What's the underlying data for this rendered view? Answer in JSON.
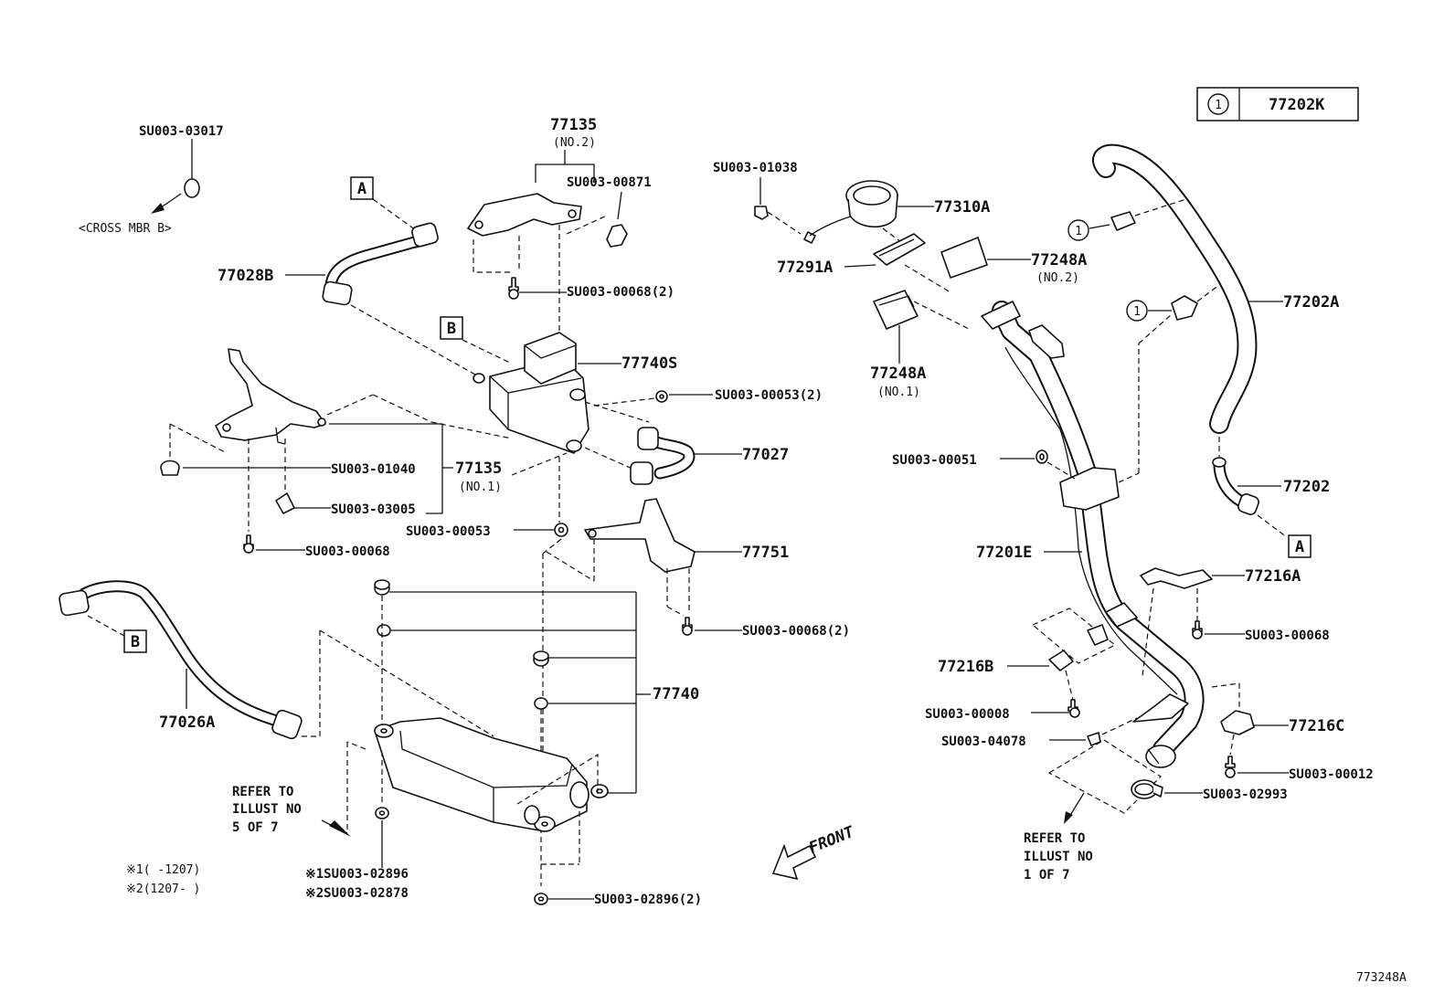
{
  "diagram_id": "773248A",
  "legend": {
    "circle_mark": "1",
    "part": "77202K"
  },
  "callouts": {
    "a": "A",
    "b": "B"
  },
  "labels": {
    "su003_03017": "SU003-03017",
    "cross_mbr": "<CROSS MBR B>",
    "p77135_no2": "77135",
    "no2": "(NO.2)",
    "su003_00871": "SU003-00871",
    "p77028b": "77028B",
    "su003_00068_2a": "SU003-00068(2)",
    "p77740s": "77740S",
    "su003_00053_2": "SU003-00053(2)",
    "su003_01040": "SU003-01040",
    "p77135_no1": "77135",
    "no1": "(NO.1)",
    "su003_03005": "SU003-03005",
    "p77027": "77027",
    "su003_00053": "SU003-00053",
    "su003_00068a": "SU003-00068",
    "p77751": "77751",
    "su003_00068_2b": "SU003-00068(2)",
    "p77026a": "77026A",
    "p77740": "77740",
    "refer1": [
      "REFER TO",
      "ILLUST NO",
      "5 OF 7"
    ],
    "note1": "※1(      -1207)",
    "note2": "※2(1207-      )",
    "su003_02896": "※1SU003-02896",
    "su003_02878": "※2SU003-02878",
    "su003_02896_2": "SU003-02896(2)",
    "front": "FRONT",
    "su003_01038": "SU003-01038",
    "p77310a": "77310A",
    "p77291a": "77291A",
    "p77248a_no2": "77248A",
    "no2b": "(NO.2)",
    "p77248a_no1": "77248A",
    "no1b": "(NO.1)",
    "su003_00051": "SU003-00051",
    "p77201e": "77201E",
    "p77216b": "77216B",
    "su003_00008": "SU003-00008",
    "su003_04078": "SU003-04078",
    "refer2": [
      "REFER TO",
      "ILLUST NO",
      "1 OF 7"
    ],
    "p77202a": "77202A",
    "p77202": "77202",
    "p77216a": "77216A",
    "su003_00068b": "SU003-00068",
    "p77216c": "77216C",
    "su003_00012": "SU003-00012",
    "su003_02993": "SU003-02993"
  }
}
